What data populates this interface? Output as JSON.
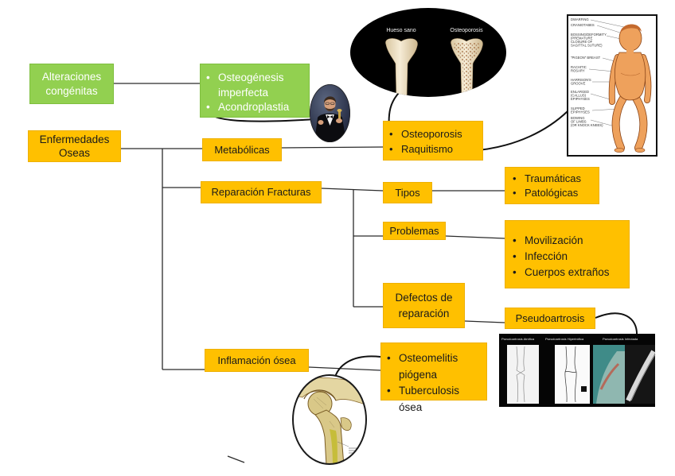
{
  "colors": {
    "orange": "#FFC000",
    "green": "#92D050",
    "line": "#2b2b2b",
    "text": "#1a1a1a"
  },
  "nodes": {
    "congenital": {
      "line1": "Alteraciones",
      "line2": "congénitas"
    },
    "congenital_list": [
      "Osteogénesis imperfecta",
      "Acondroplastia"
    ],
    "root": {
      "line1": "Enfermedades",
      "line2": "Oseas"
    },
    "metabolic": "Metabólicas",
    "metabolic_list": [
      "Osteoporosis",
      "Raquitismo"
    ],
    "fracture_repair": "Reparación Fracturas",
    "types": "Tipos",
    "types_list": [
      "Traumáticas",
      "Patológicas"
    ],
    "problems": "Problemas",
    "problems_list": [
      "Movilización",
      "Infección",
      "Cuerpos extraños"
    ],
    "repair_defects": {
      "line1": "Defectos de",
      "line2": "reparación"
    },
    "pseudoarthrosis": "Pseudoartrosis",
    "inflammation": "Inflamación ósea",
    "inflammation_list": [
      "Osteomelitis piógena",
      "Tuberculosis ósea"
    ]
  },
  "images": {
    "bone_comparison": {
      "left_label": "Hueso sano",
      "right_label": "Osteoporosis"
    },
    "rickets_illustration": {
      "labels": [
        [
          "DWARFING"
        ],
        [
          "CRANIOTABES"
        ],
        [
          "BOSSING/DEFORMITY",
          "(PREMATURE",
          "CLOSURE OF",
          "SAGITTAL SUTURE)"
        ],
        [
          "\"PIGEON\" BREAST"
        ],
        [
          "RACHITIC",
          "ROSARY"
        ],
        [
          "HARRISON'S",
          "GROOVE"
        ],
        [
          "ENLARGED",
          "(CALLUS)",
          "EPIPHYSES"
        ],
        [
          "SLIPPED",
          "EPIPHYSES"
        ],
        [
          "BOWING",
          "OF LIMBS",
          "(OR KNOCK KNEES)"
        ]
      ]
    },
    "pseudoarthrosis_xrays": {
      "labels": [
        "Pseudoartrosis Atrófica",
        "Pseudoartrosis Hipertrófica",
        "Pseudoartrosis Infectada"
      ]
    }
  }
}
